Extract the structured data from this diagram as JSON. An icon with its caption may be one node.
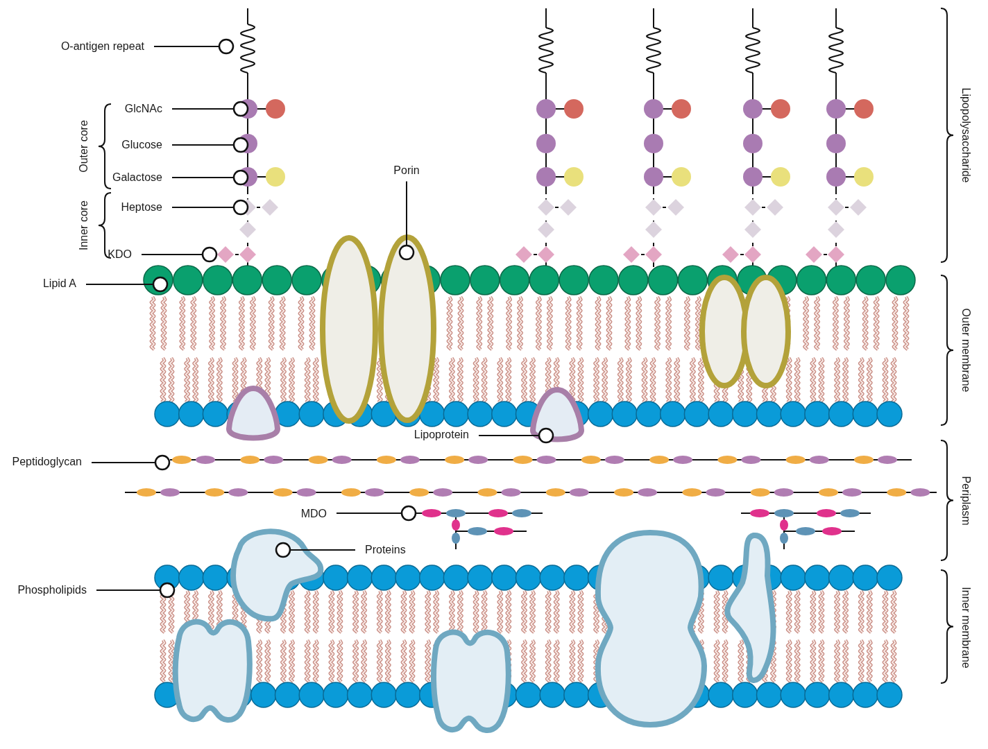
{
  "diagram": {
    "nodes": [
      {
        "text": [
          "O-antigen repeat"
        ]
      },
      {
        "text": [
          "GlcNAc"
        ]
      },
      {
        "text": [
          "Glucose"
        ]
      },
      {
        "text": [
          "Galactose"
        ]
      },
      {
        "text": [
          "Heptose"
        ]
      },
      {
        "text": [
          "KDO"
        ]
      },
      {
        "text": [
          "Lipid A"
        ]
      },
      {
        "text": [
          "Porin"
        ]
      },
      {
        "text": [
          "Lipoprotein"
        ]
      },
      {
        "text": [
          "Peptidoglycan"
        ]
      },
      {
        "text": [
          "MDO"
        ]
      },
      {
        "text": [
          "Proteins"
        ]
      },
      {
        "text": [
          "Phospholipids"
        ]
      },
      {
        "text": [],
        "shape": "picture"
      }
    ],
    "edges": [
      {
        "from": 0,
        "to": null,
        "arrow": "other"
      },
      {
        "from": 1,
        "to": null,
        "arrow": "other"
      },
      {
        "from": 2,
        "to": null,
        "arrow": "other"
      },
      {
        "from": 3,
        "to": null,
        "arrow": "other"
      },
      {
        "from": 4,
        "to": null,
        "arrow": "other"
      },
      {
        "from": 5,
        "to": null,
        "arrow": "other"
      },
      {
        "from": 6,
        "to": null,
        "arrow": "other"
      },
      {
        "from": 7,
        "to": null,
        "arrow": "other"
      },
      {
        "from": 8,
        "to": null,
        "arrow": "other"
      },
      {
        "from": 9,
        "to": null,
        "arrow": "other"
      },
      {
        "from": 10,
        "to": 13,
        "arrow": "other"
      },
      {
        "from": 11,
        "to": null,
        "arrow": "other"
      },
      {
        "from": 12,
        "to": null,
        "arrow": "other"
      }
    ],
    "labels": [
      "Outer core",
      "Inner core",
      "Lipopolysaccharide",
      "Outer membrane",
      "Periplasm",
      "Inner membrane"
    ]
  }
}
